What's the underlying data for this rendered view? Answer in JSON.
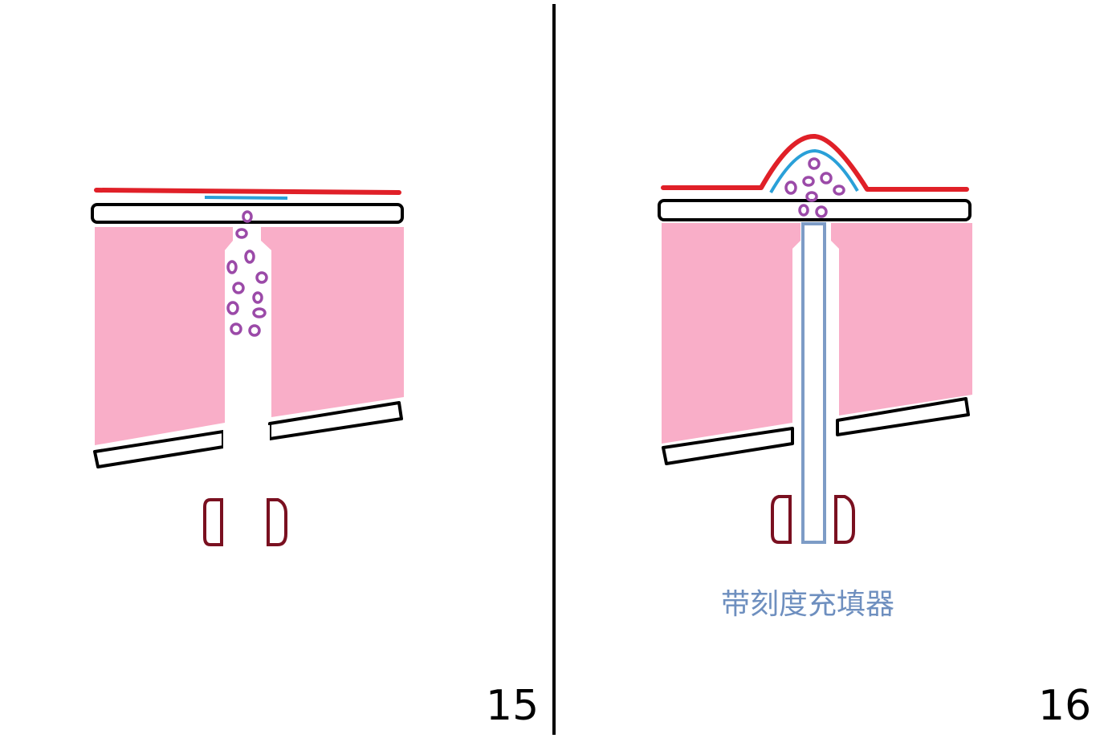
{
  "colors": {
    "skin": "#e02028",
    "membrane": "#2aa0d8",
    "tissue": "#f9aec8",
    "bone_plate": "#000000",
    "graft": "#9b4aa8",
    "ring": "#7a1020",
    "filler": "#7d9cc6",
    "label": "#6e8fbf"
  },
  "figures": [
    {
      "number": "15"
    },
    {
      "number": "16",
      "label": "带刻度充填器"
    }
  ]
}
